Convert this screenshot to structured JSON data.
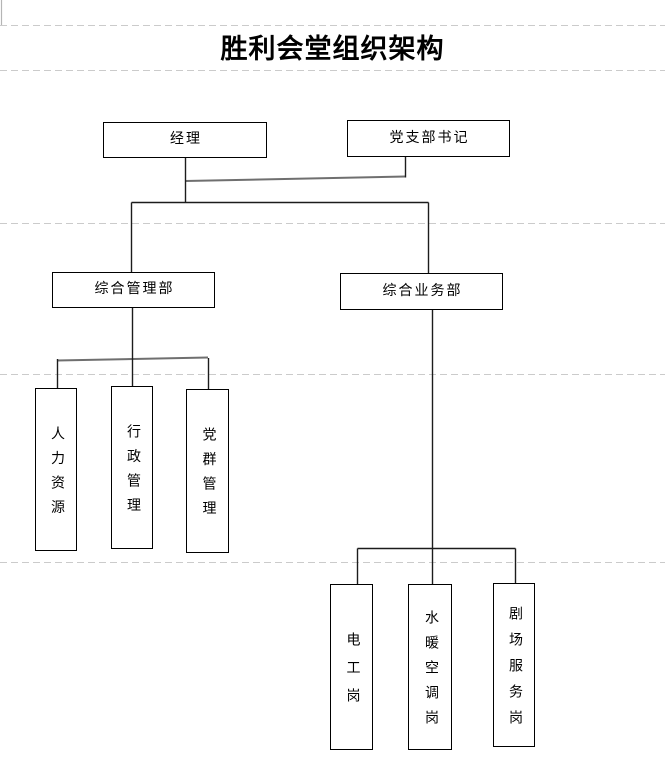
{
  "title": "胜利会堂组织架构",
  "org": {
    "top": [
      {
        "label": "经理"
      },
      {
        "label": "党支部书记"
      }
    ],
    "departments": [
      {
        "label": "综合管理部",
        "children": [
          {
            "label": "人力资源"
          },
          {
            "label": "行政管理"
          },
          {
            "label": "党群管理"
          }
        ]
      },
      {
        "label": "综合业务部",
        "children": [
          {
            "label": "电工岗"
          },
          {
            "label": "水暖空调岗"
          },
          {
            "label": "剧场服务岗"
          }
        ]
      }
    ]
  },
  "colors": {
    "text": "#000000",
    "box_border": "#000000",
    "connector": "#1c1c1c",
    "sketch_connector": "#6f6f6f",
    "grid_line": "#cbcbcb",
    "page_background": "#ffffff"
  }
}
